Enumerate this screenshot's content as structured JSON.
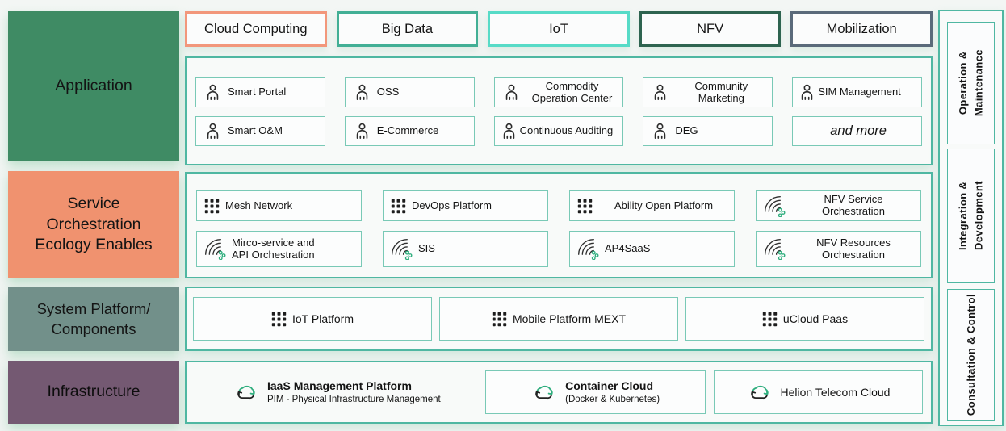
{
  "palette": {
    "section_border": "#4fb7a2",
    "item_border": "#79c9b6",
    "icon_green": "#2fae7e",
    "icon_dark": "#2b2b2b"
  },
  "tabs": [
    {
      "label": "Cloud Computing",
      "border": "#f2977b"
    },
    {
      "label": "Big Data",
      "border": "#42af95"
    },
    {
      "label": "IoT",
      "border": "#57dbc7"
    },
    {
      "label": "NFV",
      "border": "#2e6450"
    },
    {
      "label": "Mobilization",
      "border": "#5a6a7a"
    }
  ],
  "layers": {
    "application": {
      "label": "Application",
      "color": "#3f8b64"
    },
    "service": {
      "label": "Service\nOrchestration\nEcology Enables",
      "color": "#f0926f"
    },
    "system": {
      "label": "System Platform/\nComponents",
      "color": "#72908a"
    },
    "infrastructure": {
      "label": "Infrastructure",
      "color": "#745972"
    }
  },
  "application": {
    "items": [
      {
        "label": "Smart Portal"
      },
      {
        "label": "OSS"
      },
      {
        "label": "Commodity\nOperation Center"
      },
      {
        "label": "Community\nMarketing"
      },
      {
        "label": "SIM Management"
      },
      {
        "label": "Smart O&M"
      },
      {
        "label": "E-Commerce"
      },
      {
        "label": "Continuous Auditing"
      },
      {
        "label": "DEG"
      },
      {
        "label": "and more"
      }
    ]
  },
  "service": {
    "items": [
      {
        "label": "Mesh Network"
      },
      {
        "label": "DevOps Platform"
      },
      {
        "label": "Ability Open Platform"
      },
      {
        "label": "NFV Service\nOrchestration"
      },
      {
        "label": "Mirco-service and\nAPI Orchestration"
      },
      {
        "label": "SIS"
      },
      {
        "label": "AP4SaaS"
      },
      {
        "label": "NFV Resources\nOrchestration"
      }
    ]
  },
  "system": {
    "items": [
      {
        "label": "IoT Platform"
      },
      {
        "label": "Mobile Platform MEXT"
      },
      {
        "label": "uCloud Paas"
      }
    ]
  },
  "infrastructure": {
    "items": [
      {
        "title": "IaaS Management Platform",
        "subtitle": "PIM - Physical Infrastructure Management"
      },
      {
        "title": "Container Cloud",
        "subtitle": "(Docker & Kubernetes)"
      },
      {
        "title": "Helion Telecom Cloud"
      }
    ]
  },
  "sidebar": {
    "items": [
      {
        "label": "Operation &\nMaintenance"
      },
      {
        "label": "Integration &\nDevelopment"
      },
      {
        "label": "Consultation & Control"
      }
    ]
  }
}
